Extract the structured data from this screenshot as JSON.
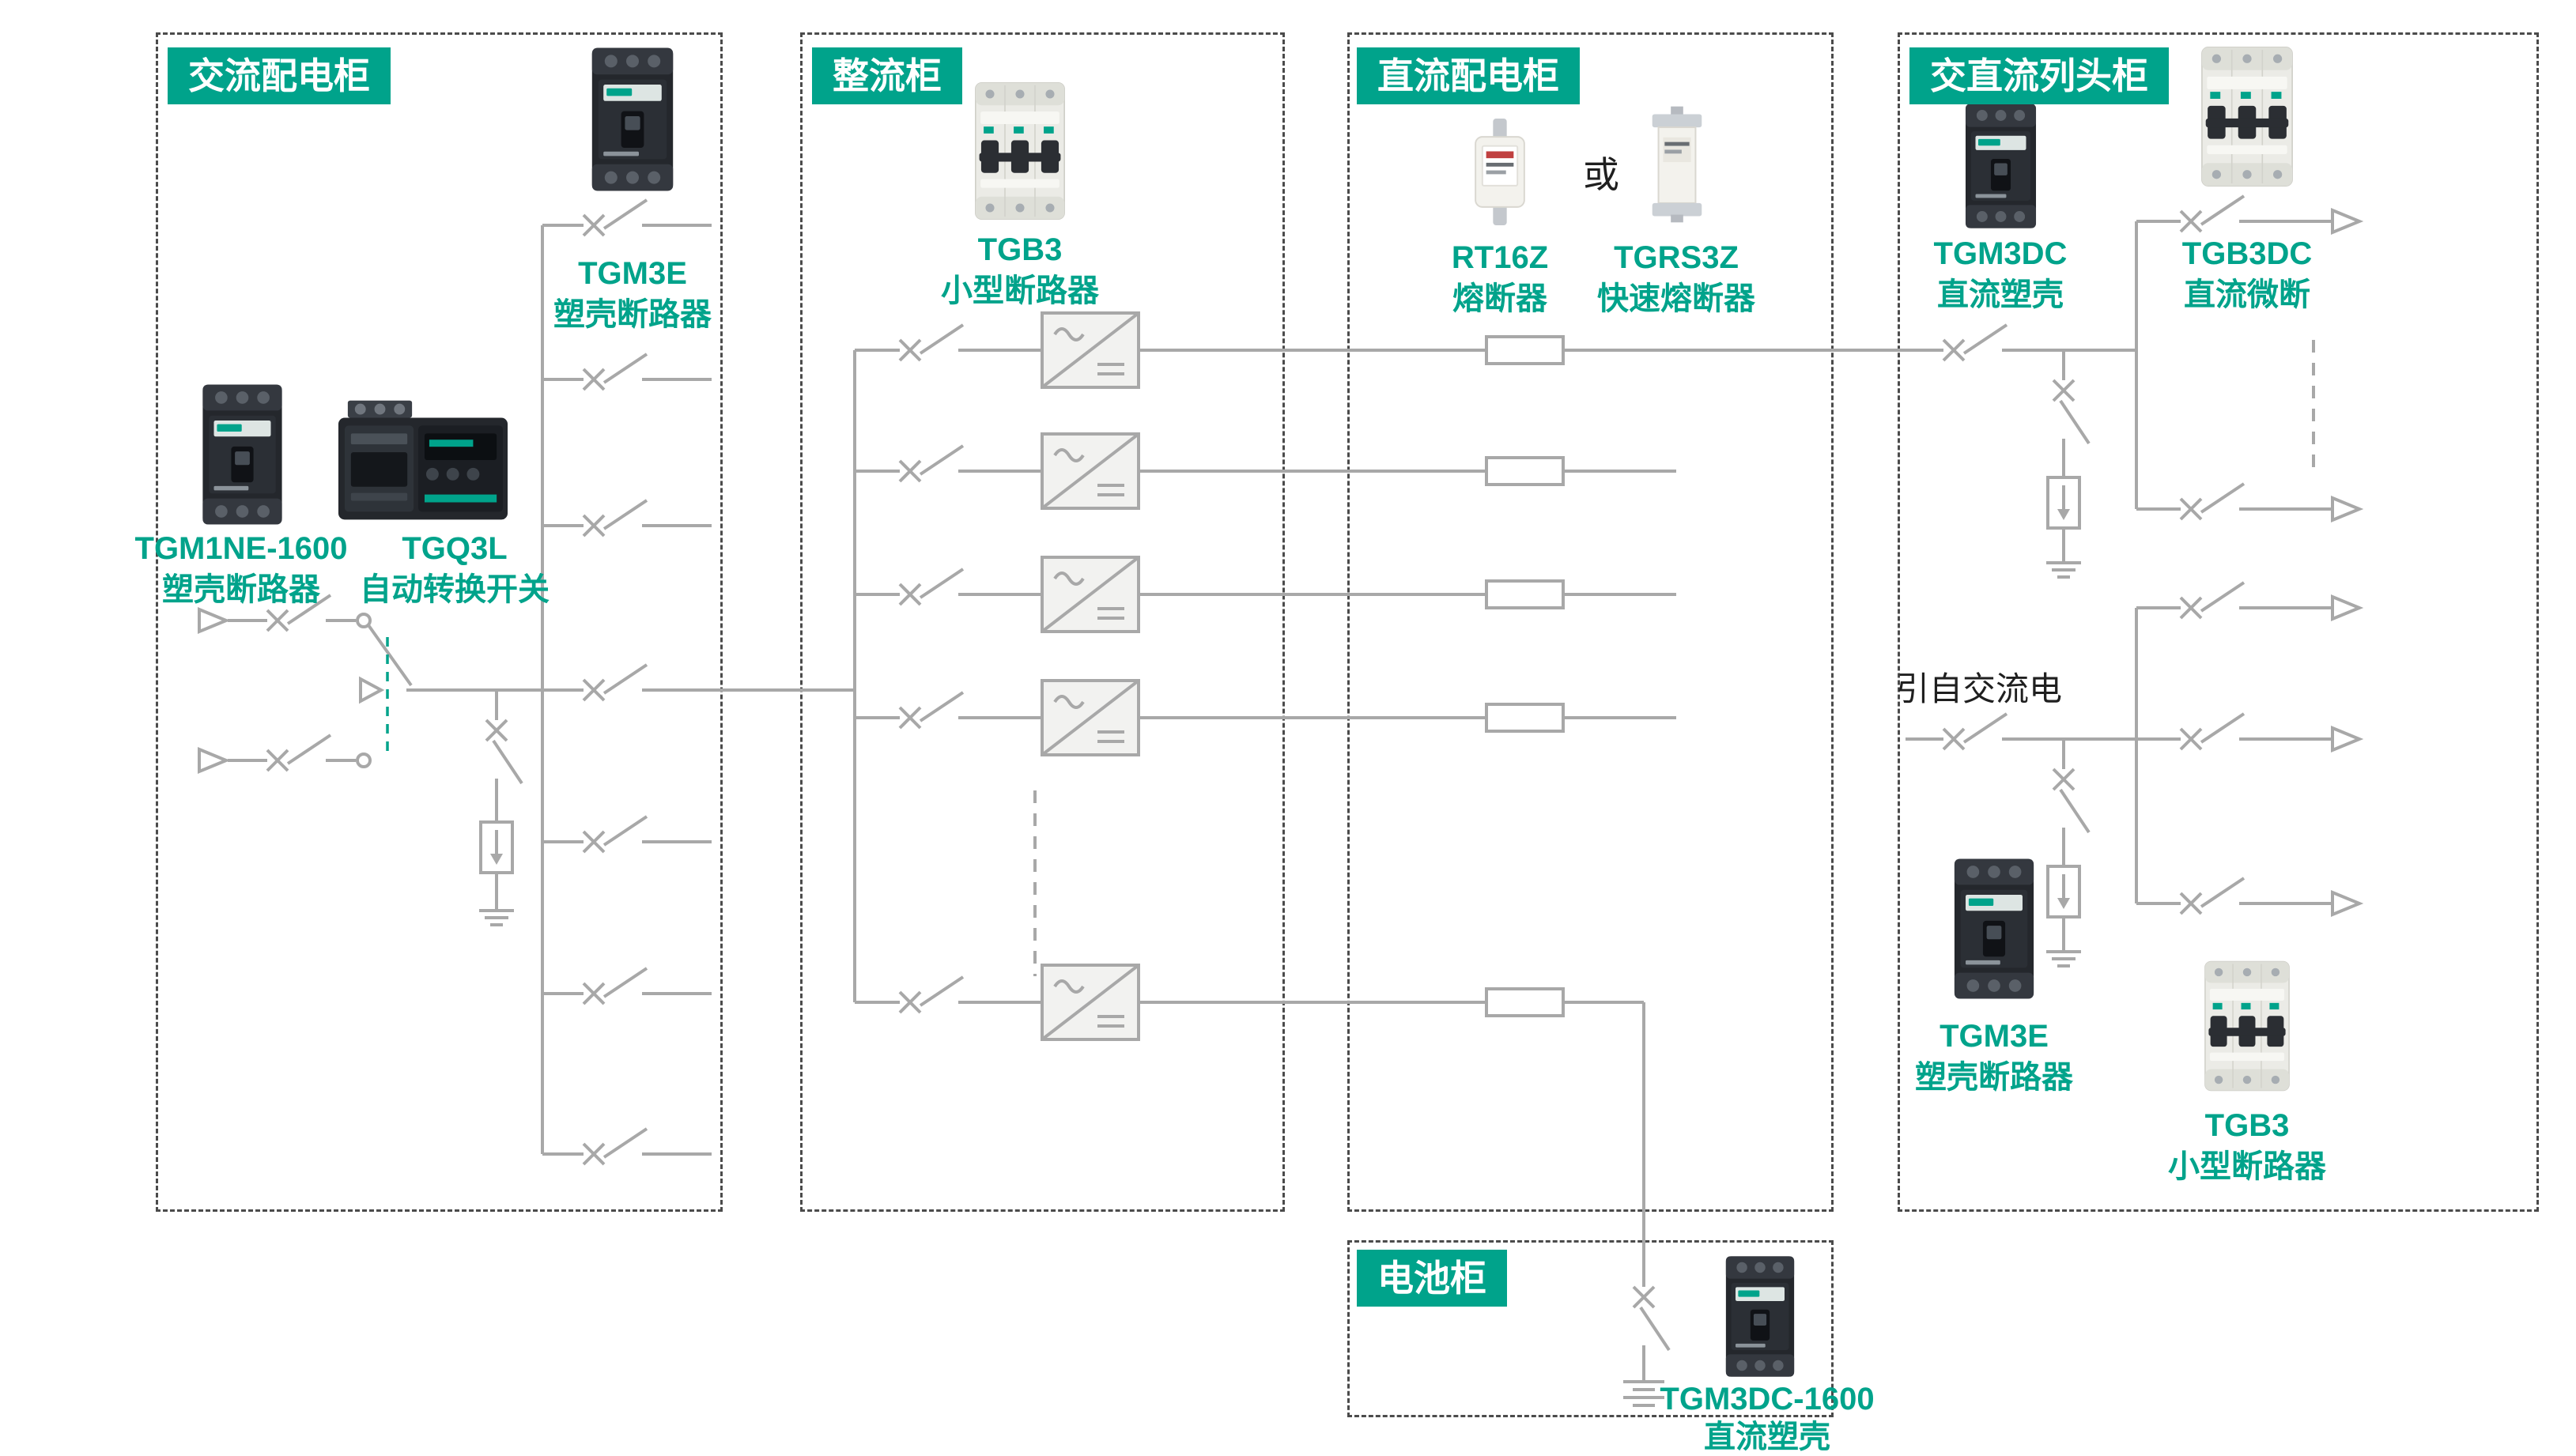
{
  "colors": {
    "accent": "#00a38b",
    "line": "#a8a8a8",
    "border": "#4b4b4b"
  },
  "cabinets": {
    "ac": "交流配电柜",
    "rectifier": "整流柜",
    "dc": "直流配电柜",
    "row_head": "交直流列头柜",
    "battery": "电池柜"
  },
  "products": {
    "tgm3e_ac": {
      "model": "TGM3E",
      "desc": "塑壳断路器"
    },
    "tgm1ne1600": {
      "model": "TGM1NE-1600",
      "desc": "塑壳断路器"
    },
    "tgq3l": {
      "model": "TGQ3L",
      "desc": "自动转换开关"
    },
    "tgb3_rect": {
      "model": "TGB3",
      "desc": "小型断路器"
    },
    "rt16z": {
      "model": "RT16Z",
      "desc": "熔断器"
    },
    "tgrs3z": {
      "model": "TGRS3Z",
      "desc": "快速熔断器"
    },
    "tgm3dc": {
      "model": "TGM3DC",
      "desc": "直流塑壳"
    },
    "tgb3dc": {
      "model": "TGB3DC",
      "desc": "直流微断"
    },
    "tgm3e_rowhead": {
      "model": "TGM3E",
      "desc": "塑壳断路器"
    },
    "tgb3_rowhead": {
      "model": "TGB3",
      "desc": "小型断路器"
    },
    "tgm3dc1600": {
      "model": "TGM3DC-1600",
      "desc": "直流塑壳"
    }
  },
  "annotations": {
    "or": "或",
    "from_ac": "引自交流电"
  },
  "icons": {
    "breaker_symbol": "circuit-breaker",
    "rectifier_symbol": "ac-dc-rectifier-module",
    "fuse_symbol": "fuse",
    "spd_symbol": "surge-arrester",
    "ground_symbol": "earth-ground",
    "battery_symbol": "battery",
    "load_arrow": "load-feeder-arrow"
  }
}
